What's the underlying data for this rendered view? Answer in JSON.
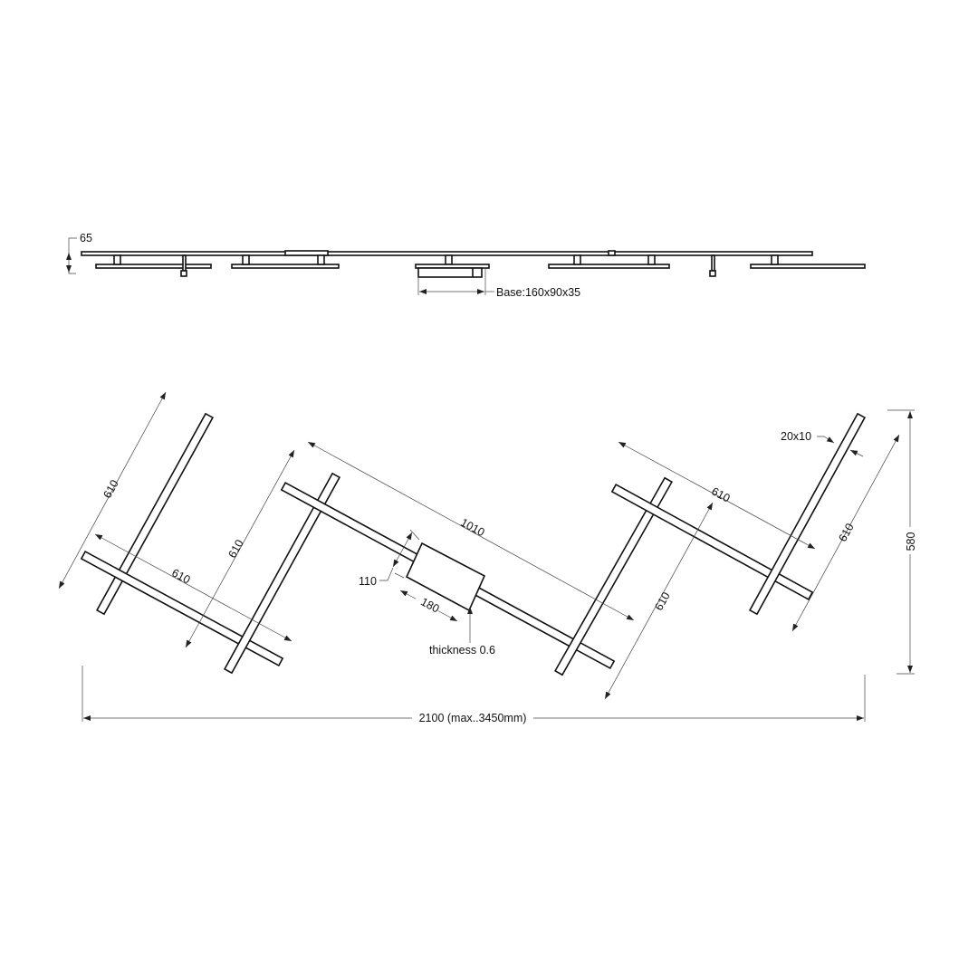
{
  "side_view": {
    "height_label": "65",
    "base_label": "Base:160x90x35"
  },
  "top_view": {
    "dims": {
      "left_bar": "610",
      "group1_cross": "610",
      "group2_bar": "610",
      "long_bar": "1010",
      "group3_cross": "610",
      "group3_bar": "610",
      "right_bar": "610",
      "height": "580",
      "width": "2100 (max..3450mm)",
      "profile": "20x10",
      "base_width": "110",
      "base_length": "180",
      "thickness": "thickness 0.6"
    }
  },
  "colors": {
    "line": "#111111",
    "background": "#ffffff"
  }
}
